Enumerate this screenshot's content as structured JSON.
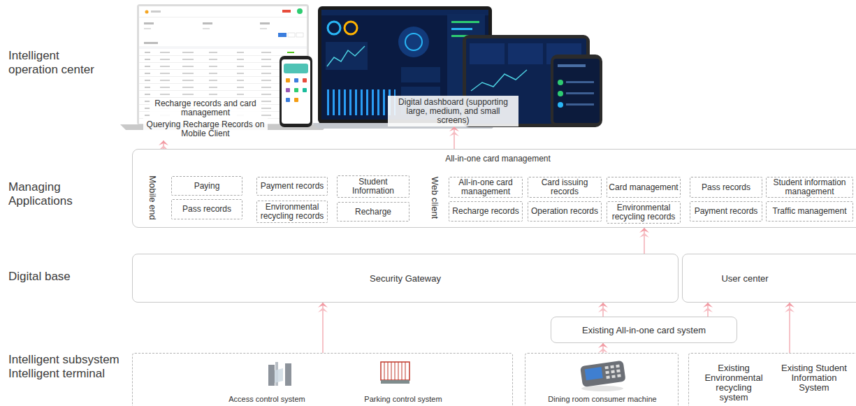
{
  "diagram": {
    "nodes": [
      {
        "text": [
          "Recharge records and card management"
        ]
      },
      {
        "text": [
          "Querying Recharge Records on Mobile Client"
        ]
      },
      {
        "text": [
          "Digital dashboard (supporting large, medium, and small screens)"
        ]
      },
      {
        "text": [
          "All-in-one card management",
          "Mobile end",
          "Web client"
        ]
      },
      {
        "text": [
          "Paying"
        ],
        "in": 3
      },
      {
        "text": [
          "Payment records"
        ],
        "in": 3
      },
      {
        "text": [
          "Student Information"
        ],
        "in": 3
      },
      {
        "text": [
          "Pass records"
        ],
        "in": 3
      },
      {
        "text": [
          "Environmental recycling records"
        ],
        "in": 3
      },
      {
        "text": [
          "Recharge"
        ],
        "in": 3
      },
      {
        "text": [
          "All-in-one card management"
        ],
        "in": 3
      },
      {
        "text": [
          "Card issuing records"
        ],
        "in": 3
      },
      {
        "text": [
          "Card management"
        ],
        "in": 3
      },
      {
        "text": [
          "Pass records"
        ],
        "in": 3
      },
      {
        "text": [
          "Student information management"
        ],
        "in": 3
      },
      {
        "text": [
          "Recharge records"
        ],
        "in": 3
      },
      {
        "text": [
          "Operation records"
        ],
        "in": 3
      },
      {
        "text": [
          "Environmental recycling records"
        ],
        "in": 3
      },
      {
        "text": [
          "Payment records"
        ],
        "in": 3
      },
      {
        "text": [
          "Traffic management"
        ],
        "in": 3
      },
      {
        "text": [
          "Security Gateway"
        ]
      },
      {
        "text": [
          "User center"
        ]
      },
      {
        "text": [
          "Existing All-in-one card system"
        ]
      },
      {
        "text": [
          "Access control system",
          "Parking control system"
        ]
      },
      {
        "text": [
          "Dining room consumer machine"
        ]
      },
      {
        "text": [
          "Existing Environmental recycling system",
          "Existing Student Information System"
        ]
      }
    ],
    "edges": [
      {
        "from": 3,
        "to": 1,
        "arrow": "to"
      },
      {
        "from": 3,
        "to": 2,
        "arrow": "to"
      },
      {
        "from": 20,
        "to": 3,
        "arrow": "to"
      },
      {
        "from": 23,
        "to": 20,
        "arrow": "to"
      },
      {
        "from": 24,
        "to": 22,
        "arrow": "to"
      },
      {
        "from": 22,
        "to": 20,
        "arrow": "to"
      },
      {
        "from": 22,
        "to": 21,
        "arrow": "to"
      },
      {
        "from": 25,
        "to": 21,
        "arrow": "to"
      }
    ],
    "labels": [
      "Intelligent operation center",
      "Managing Applications",
      "Digital base",
      "Intelligent subsystem Intelligent terminal"
    ]
  }
}
